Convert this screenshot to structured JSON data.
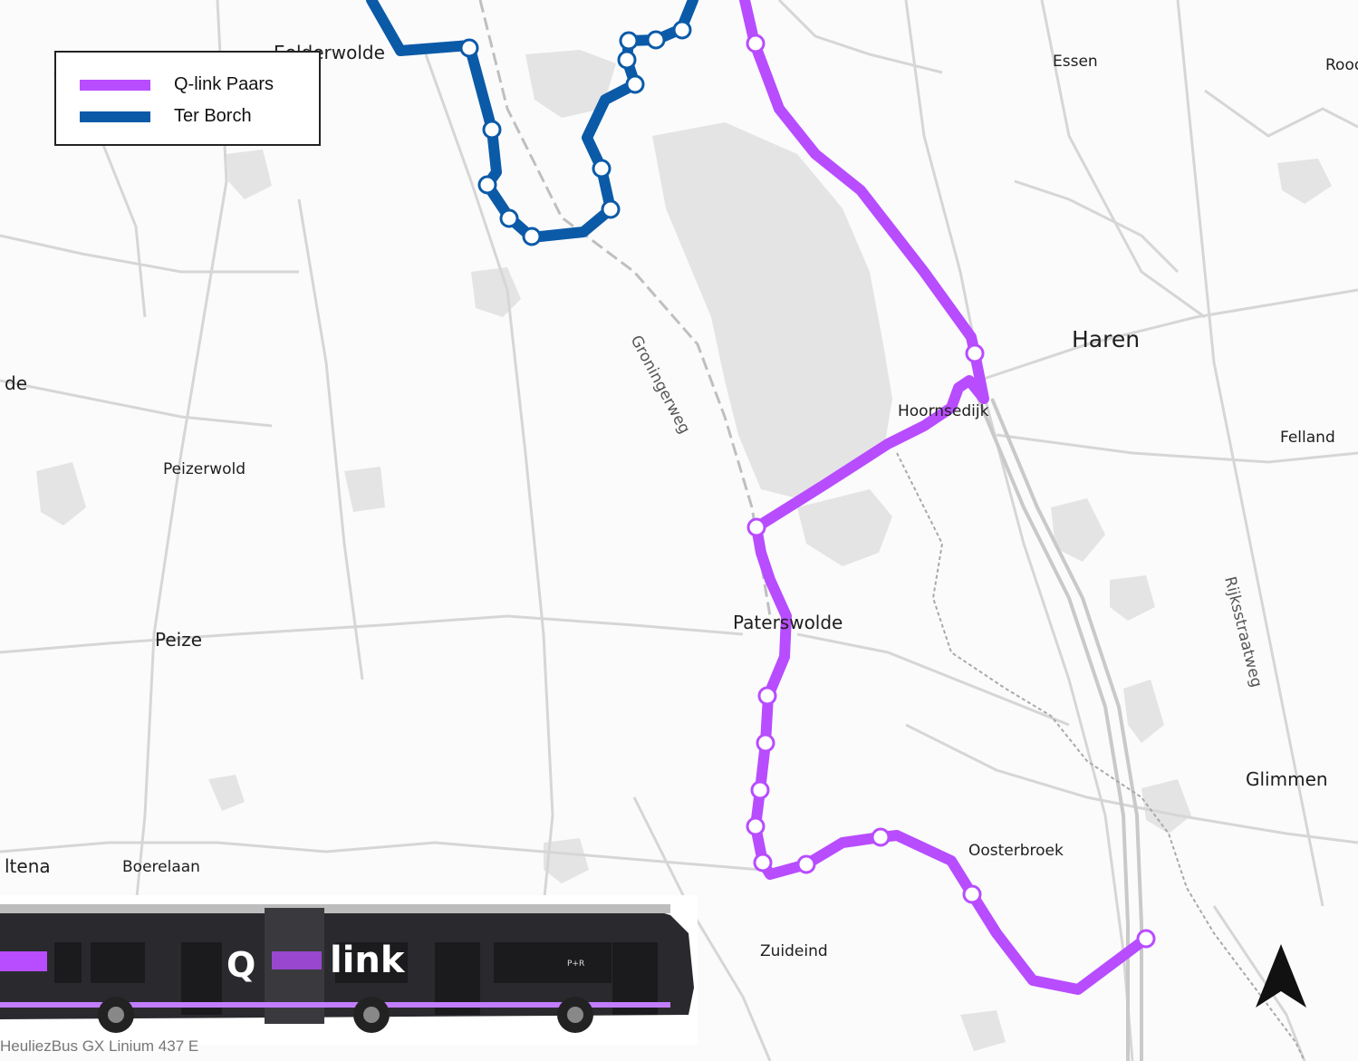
{
  "legend": {
    "items": [
      {
        "label": "Q-link Paars",
        "color": "#b84cff"
      },
      {
        "label": "Ter Borch",
        "color": "#0b5aa8"
      }
    ]
  },
  "places": {
    "eelderwolde": "Eelderwolde",
    "essen": "Essen",
    "roodehaan": "Rood",
    "haren": "Haren",
    "hoornsedijk": "Hoornsedijk",
    "felland": "Felland",
    "de": "de",
    "peizerwold": "Peizerwold",
    "paterswolde": "Paterswolde",
    "peize": "Peize",
    "glimmen": "Glimmen",
    "oosterbroek": "Oosterbroek",
    "altena": "ltena",
    "boerelaan": "Boerelaan",
    "zuideind": "Zuideind"
  },
  "roads": {
    "groningerweg": "Groningerweg",
    "rijksstraatweg": "Rijksstraatweg"
  },
  "bus": {
    "q": "Q",
    "link": "link",
    "pr": "P+R",
    "caption": "HeuliezBus GX Linium 437 E"
  },
  "icons": {
    "north_arrow": "north-arrow-icon",
    "stop": "stop-circle-icon"
  },
  "colors": {
    "purple": "#b84cff",
    "blue": "#0b5aa8",
    "land": "#e7e7e7",
    "road": "#d3d3d3"
  }
}
